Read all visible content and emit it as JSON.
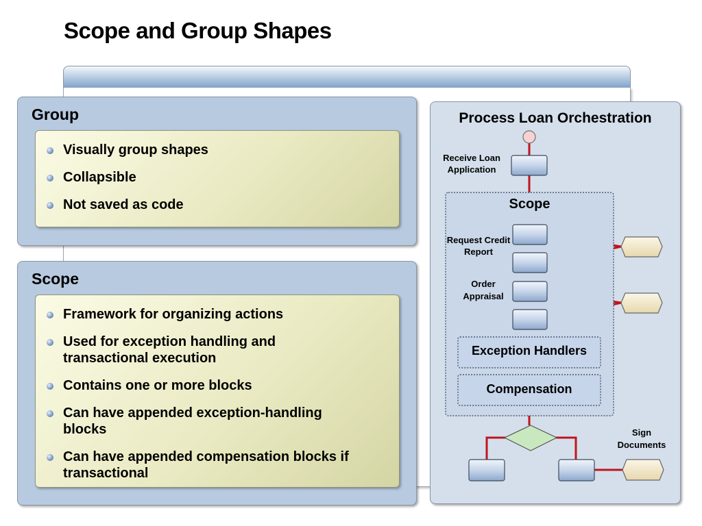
{
  "title": "Scope and Group Shapes",
  "group_panel": {
    "heading": "Group",
    "bullets": [
      "Visually group shapes",
      "Collapsible",
      "Not saved as code"
    ]
  },
  "scope_panel": {
    "heading": "Scope",
    "bullets": [
      "Framework for organizing actions",
      "Used for exception handling and transactional execution",
      "Contains one or more blocks",
      "Can have appended exception-handling blocks",
      "Can have appended compensation blocks if transactional"
    ]
  },
  "diagram": {
    "title": "Process Loan Orchestration",
    "receive_label": "Receive Loan Application",
    "scope_label": "Scope",
    "request_label": "Request Credit Report",
    "order_label": "Order Appraisal",
    "exception_label": "Exception Handlers",
    "compensation_label": "Compensation",
    "sign_label": "Sign Documents",
    "colors": {
      "connector": "#c0141c",
      "shape_fill": "#c6d5ea",
      "port_fill": "#f1e7c8",
      "decision_fill": "#c9e8c0",
      "start_fill": "#f6d2d2"
    }
  }
}
